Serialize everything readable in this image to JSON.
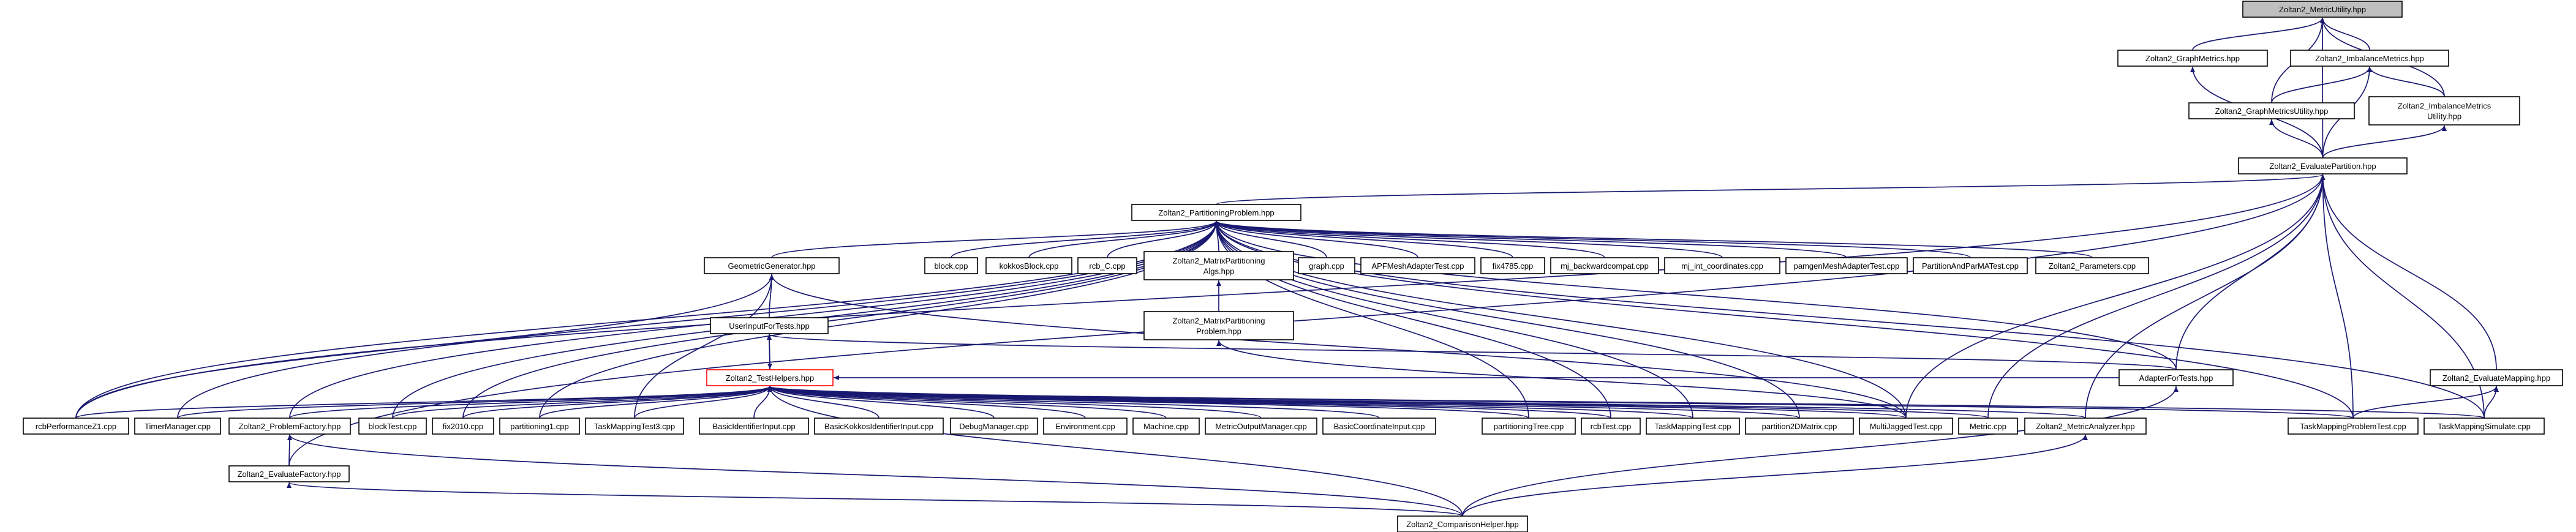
{
  "colors": {
    "edge": "#191970",
    "node_border": "#000000",
    "root_fill": "#bfbfbf",
    "focus_border": "#ff0000",
    "background": "#ffffff"
  },
  "nodes": [
    {
      "id": "metric_utility",
      "lines": [
        "Zoltan2_MetricUtility.hpp"
      ],
      "style": "root"
    },
    {
      "id": "graph_metrics",
      "lines": [
        "Zoltan2_GraphMetrics.hpp"
      ]
    },
    {
      "id": "imbalance_metrics",
      "lines": [
        "Zoltan2_ImbalanceMetrics.hpp"
      ]
    },
    {
      "id": "graph_metrics_utility",
      "lines": [
        "Zoltan2_GraphMetricsUtility.hpp"
      ]
    },
    {
      "id": "imbalance_metrics_utility",
      "lines": [
        "Zoltan2_ImbalanceMetrics",
        "Utility.hpp"
      ]
    },
    {
      "id": "evaluate_partition",
      "lines": [
        "Zoltan2_EvaluatePartition.hpp"
      ]
    },
    {
      "id": "partitioning_problem",
      "lines": [
        "Zoltan2_PartitioningProblem.hpp"
      ]
    },
    {
      "id": "geometric_generator",
      "lines": [
        "GeometricGenerator.hpp"
      ]
    },
    {
      "id": "block_cpp",
      "lines": [
        "block.cpp"
      ]
    },
    {
      "id": "kokkos_block",
      "lines": [
        "kokkosBlock.cpp"
      ]
    },
    {
      "id": "rcb_c",
      "lines": [
        "rcb_C.cpp"
      ]
    },
    {
      "id": "mj_algs",
      "lines": [
        "Zoltan2_MatrixPartitioning",
        "Algs.hpp"
      ]
    },
    {
      "id": "graph_cpp",
      "lines": [
        "graph.cpp"
      ]
    },
    {
      "id": "apf_test",
      "lines": [
        "APFMeshAdapterTest.cpp"
      ]
    },
    {
      "id": "fix4785",
      "lines": [
        "fix4785.cpp"
      ]
    },
    {
      "id": "mj_backward",
      "lines": [
        "mj_backwardcompat.cpp"
      ]
    },
    {
      "id": "mj_int_coords",
      "lines": [
        "mj_int_coordinates.cpp"
      ]
    },
    {
      "id": "pamgen_test",
      "lines": [
        "pamgenMeshAdapterTest.cpp"
      ]
    },
    {
      "id": "partition_and_parma",
      "lines": [
        "PartitionAndParMATest.cpp"
      ]
    },
    {
      "id": "zoltan2_params",
      "lines": [
        "Zoltan2_Parameters.cpp"
      ]
    },
    {
      "id": "user_input",
      "lines": [
        "UserInputForTests.hpp"
      ]
    },
    {
      "id": "mp_problem",
      "lines": [
        "Zoltan2_MatrixPartitioning",
        "Problem.hpp"
      ]
    },
    {
      "id": "adapter_for_tests",
      "lines": [
        "AdapterForTests.hpp"
      ]
    },
    {
      "id": "evaluate_mapping",
      "lines": [
        "Zoltan2_EvaluateMapping.hpp"
      ]
    },
    {
      "id": "test_helpers",
      "lines": [
        "Zoltan2_TestHelpers.hpp"
      ],
      "style": "focus"
    },
    {
      "id": "rcb_perf",
      "lines": [
        "rcbPerformanceZ1.cpp"
      ]
    },
    {
      "id": "timer_manager",
      "lines": [
        "TimerManager.cpp"
      ]
    },
    {
      "id": "problem_factory",
      "lines": [
        "Zoltan2_ProblemFactory.hpp"
      ]
    },
    {
      "id": "block_test",
      "lines": [
        "blockTest.cpp"
      ]
    },
    {
      "id": "fix2010",
      "lines": [
        "fix2010.cpp"
      ]
    },
    {
      "id": "partitioning1",
      "lines": [
        "partitioning1.cpp"
      ]
    },
    {
      "id": "task_mapping3",
      "lines": [
        "TaskMappingTest3.cpp"
      ]
    },
    {
      "id": "basic_identifier",
      "lines": [
        "BasicIdentifierInput.cpp"
      ]
    },
    {
      "id": "basic_kokkos_identifier",
      "lines": [
        "BasicKokkosIdentifierInput.cpp"
      ]
    },
    {
      "id": "debug_manager",
      "lines": [
        "DebugManager.cpp"
      ]
    },
    {
      "id": "environment",
      "lines": [
        "Environment.cpp"
      ]
    },
    {
      "id": "machine",
      "lines": [
        "Machine.cpp"
      ]
    },
    {
      "id": "metric_output",
      "lines": [
        "MetricOutputManager.cpp"
      ]
    },
    {
      "id": "basic_coordinate",
      "lines": [
        "BasicCoordinateInput.cpp"
      ]
    },
    {
      "id": "partitioning_tree",
      "lines": [
        "partitioningTree.cpp"
      ]
    },
    {
      "id": "rcb_test",
      "lines": [
        "rcbTest.cpp"
      ]
    },
    {
      "id": "task_mapping_test",
      "lines": [
        "TaskMappingTest.cpp"
      ]
    },
    {
      "id": "partition_2d_matrix",
      "lines": [
        "partition2DMatrix.cpp"
      ]
    },
    {
      "id": "multi_jagged_test",
      "lines": [
        "MultiJaggedTest.cpp"
      ]
    },
    {
      "id": "metric_cpp",
      "lines": [
        "Metric.cpp"
      ]
    },
    {
      "id": "metric_analyzer",
      "lines": [
        "Zoltan2_MetricAnalyzer.hpp"
      ]
    },
    {
      "id": "task_mapping_problem_test",
      "lines": [
        "TaskMappingProblemTest.cpp"
      ]
    },
    {
      "id": "task_mapping_simulate",
      "lines": [
        "TaskMappingSimulate.cpp"
      ]
    },
    {
      "id": "evaluate_factory",
      "lines": [
        "Zoltan2_EvaluateFactory.hpp"
      ]
    },
    {
      "id": "comparison_helper",
      "lines": [
        "Zoltan2_ComparisonHelper.hpp"
      ]
    }
  ]
}
